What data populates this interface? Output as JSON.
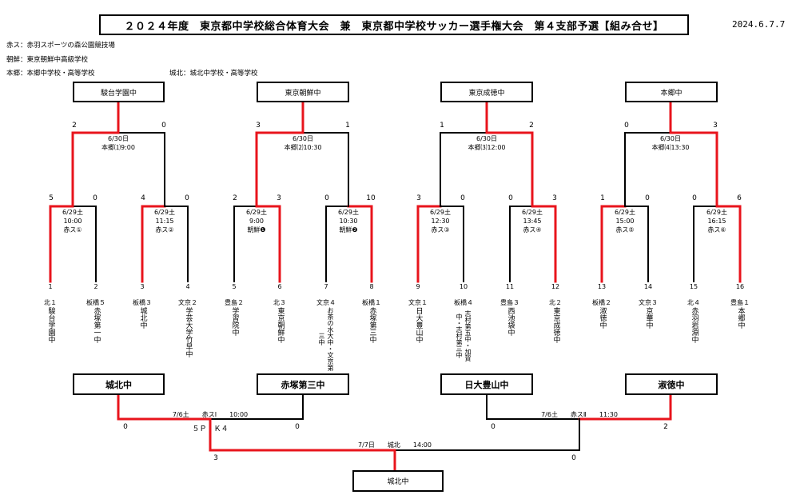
{
  "title": "２０２４年度　東京都中学校総合体育大会　兼　東京都中学校サッカー選手権大会　第４支部予選【組み合せ】",
  "date": "2024.6.7.7",
  "venues": [
    {
      "abbr": "赤ス：",
      "name": "赤羽スポーツの森公園競技場"
    },
    {
      "abbr": "朝鮮：",
      "name": "東京朝鮮中高級学校"
    },
    {
      "abbr": "本郷：",
      "name": "本郷中学校・高等学校"
    },
    {
      "abbr": "城北：",
      "name": "城北中学校・高等学校"
    }
  ],
  "block_winners": [
    "駿台学園中",
    "東京朝鮮中",
    "東京成徳中",
    "本郷中"
  ],
  "block_finals": [
    {
      "info": [
        "6/30日",
        "本郷⑴9:00"
      ],
      "left": "2",
      "right": "0"
    },
    {
      "info": [
        "6/30日",
        "本郷⑵10:30"
      ],
      "left": "3",
      "right": "1"
    },
    {
      "info": [
        "6/30日",
        "本郷⑶12:00"
      ],
      "left": "1",
      "right": "2"
    },
    {
      "info": [
        "6/30日",
        "本郷⑷13:30"
      ],
      "left": "0",
      "right": "3"
    }
  ],
  "first_round": [
    {
      "info": [
        "6/29土",
        "10:00",
        "赤ス①"
      ],
      "left": "5",
      "right": "0"
    },
    {
      "info": [
        "6/29土",
        "11:15",
        "赤ス②"
      ],
      "left": "4",
      "right": "0"
    },
    {
      "info": [
        "6/29土",
        "9:00",
        "朝鮮❶"
      ],
      "left": "2",
      "right": "3"
    },
    {
      "info": [
        "6/29土",
        "10:30",
        "朝鮮❷"
      ],
      "left": "0",
      "right": "10"
    },
    {
      "info": [
        "6/29土",
        "12:30",
        "赤ス③"
      ],
      "left": "3",
      "right": "0"
    },
    {
      "info": [
        "6/29土",
        "13:45",
        "赤ス④"
      ],
      "left": "0",
      "right": "3"
    },
    {
      "info": [
        "6/29土",
        "15:00",
        "赤ス⑤"
      ],
      "left": "1",
      "right": "0"
    },
    {
      "info": [
        "6/29土",
        "16:15",
        "赤ス⑥"
      ],
      "left": "0",
      "right": "6"
    }
  ],
  "teams": [
    {
      "no": "1",
      "pref": "北１",
      "name": "駿台学園中"
    },
    {
      "no": "2",
      "pref": "板橋５",
      "name": "赤塚第一中"
    },
    {
      "no": "3",
      "pref": "板橋３",
      "name": "城北中"
    },
    {
      "no": "4",
      "pref": "文京２",
      "name": "学芸大学竹早中"
    },
    {
      "no": "5",
      "pref": "豊島２",
      "name": "学習院中"
    },
    {
      "no": "6",
      "pref": "北３",
      "name": "東京朝鮮中"
    },
    {
      "no": "7",
      "pref": "文京４",
      "name": "お茶の水大中・文京第三中"
    },
    {
      "no": "8",
      "pref": "板橋１",
      "name": "赤塚第三中"
    },
    {
      "no": "9",
      "pref": "文京１",
      "name": "日大豊山中"
    },
    {
      "no": "10",
      "pref": "板橋４",
      "name": "志村第五中・加賀中・志村第三中"
    },
    {
      "no": "11",
      "pref": "豊島３",
      "name": "西池袋中"
    },
    {
      "no": "12",
      "pref": "北２",
      "name": "東京成徳中"
    },
    {
      "no": "13",
      "pref": "板橋２",
      "name": "淑徳中"
    },
    {
      "no": "14",
      "pref": "文京３",
      "name": "京華中"
    },
    {
      "no": "15",
      "pref": "北４",
      "name": "赤羽岩淵中"
    },
    {
      "no": "16",
      "pref": "豊島１",
      "name": "本郷中"
    }
  ],
  "repechage_teams": [
    "城北中",
    "赤塚第三中",
    "日大豊山中",
    "淑徳中"
  ],
  "semis": [
    {
      "info": "7/6土　　赤スⅠ　　10:00",
      "left": "0",
      "right": "0",
      "pk": "５Ｐ　Ｋ４"
    },
    {
      "info": "7/6土　　赤スⅡ　　11:30",
      "left": "0",
      "right": "2"
    }
  ],
  "final": {
    "info": "7/7日　　城北　　14:00",
    "left": "3",
    "right": "0",
    "winner": "城北中"
  },
  "colors": {
    "win": "#e8141c",
    "lose": "#000000"
  }
}
